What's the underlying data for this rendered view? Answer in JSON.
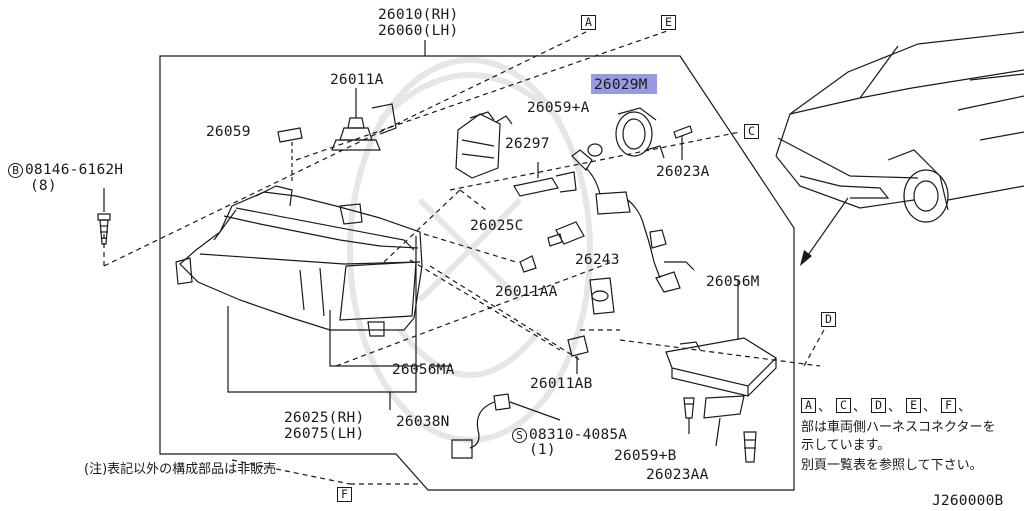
{
  "colors": {
    "ink": "#1a1a1a",
    "highlight": "#9a9ae0",
    "watermark": "#e6e6e6"
  },
  "assembly": {
    "rh": "26010(RH)",
    "lh": "26060(LH)"
  },
  "parts": {
    "p26011A": "26011A",
    "p26059": "26059",
    "bolt_no": "08146-6162H",
    "bolt_symbol": "B",
    "bolt_qty": "(8)",
    "p26029": "26029",
    "p26029_suffix": "M",
    "p26059A": "26059+A",
    "p26297": "26297",
    "p26023A": "26023A",
    "p26025C": "26025C",
    "p26243": "26243",
    "p26011AA": "26011AA",
    "p26056M": "26056M",
    "p26056MA": "26056MA",
    "p26011AB": "26011AB",
    "lens_rh": "26025(RH)",
    "lens_lh": "26075(LH)",
    "p26038N": "26038N",
    "screw_symbol": "S",
    "screw_no": "08310-4085A",
    "screw_qty": "(1)",
    "p26059B": "26059+B",
    "p26023AA": "26023AA"
  },
  "connectors": {
    "A": "A",
    "C": "C",
    "D": "D",
    "E": "E",
    "F": "F"
  },
  "notes": {
    "footnote": "(注)表記以外の構成部品は非販売",
    "legend_line1": "部は車両側ハーネスコネクターを",
    "legend_line2": "示しています。",
    "legend_line3": "別頁一覧表を参照して下さい。",
    "legend_sep": "、"
  },
  "drawing_id": "J260000B"
}
